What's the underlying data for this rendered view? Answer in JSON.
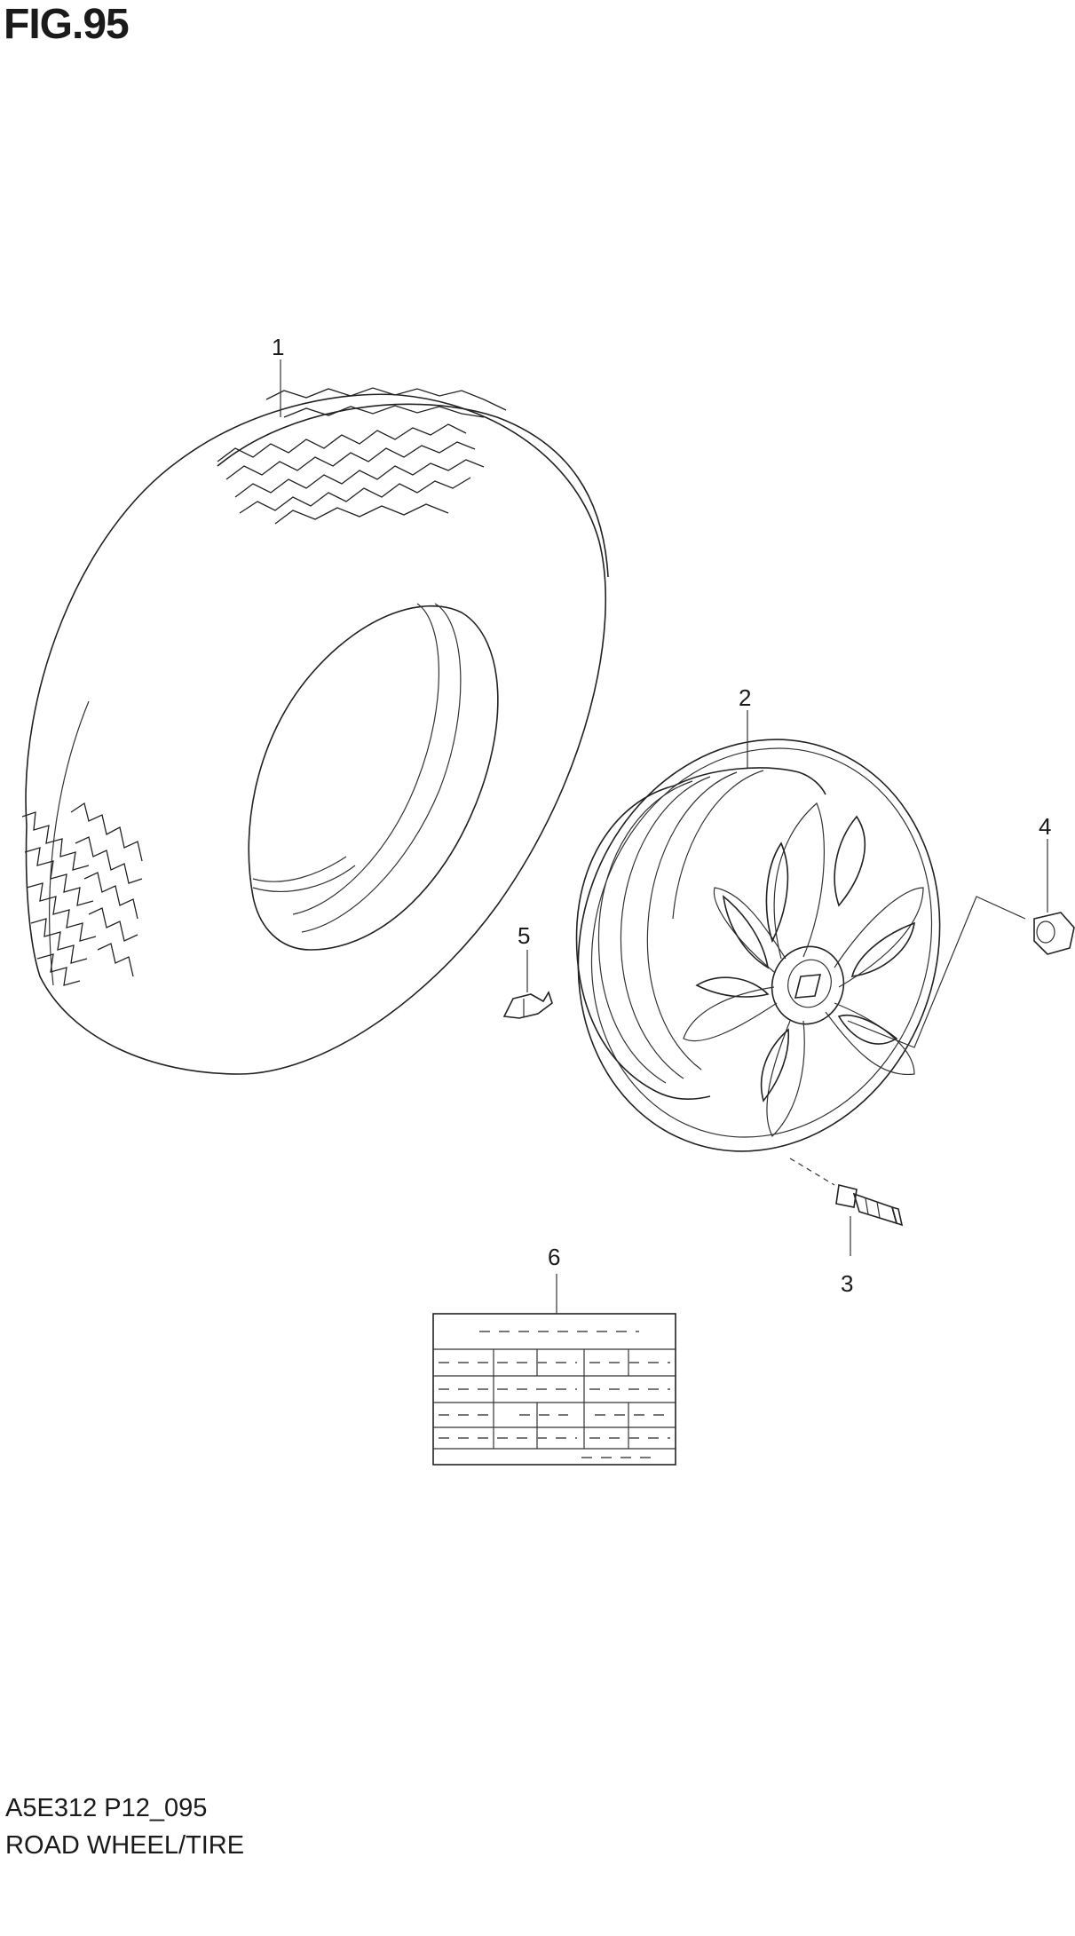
{
  "figure": {
    "title": "FIG.95",
    "code": "A5E312 P12_095",
    "name": "ROAD WHEEL/TIRE"
  },
  "callouts": [
    {
      "number": "1",
      "part": "tire"
    },
    {
      "number": "2",
      "part": "road-wheel"
    },
    {
      "number": "3",
      "part": "valve"
    },
    {
      "number": "4",
      "part": "wheel-nut"
    },
    {
      "number": "5",
      "part": "balance-weight"
    },
    {
      "number": "6",
      "part": "tire-pressure-label"
    }
  ]
}
